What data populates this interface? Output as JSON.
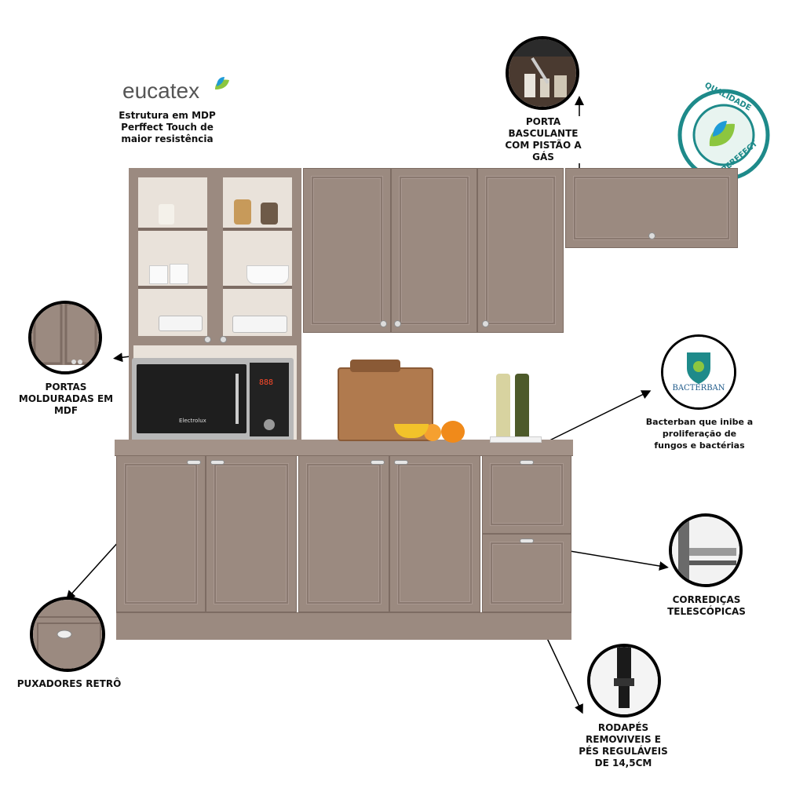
{
  "brand": {
    "logo_text": "eucatex",
    "description_lines": [
      "Estrutura em MDP",
      "Perffect Touch de",
      "maior resistência"
    ]
  },
  "callouts": {
    "porta_basculante": [
      "PORTA",
      "BASCULANTE",
      "COM PISTÃO A",
      "GÁS"
    ],
    "portas_molduradas": [
      "PORTAS",
      "MOLDURADAS EM",
      "MDF"
    ],
    "puxadores": [
      "PUXADORES RETRÔ"
    ],
    "bacterban": [
      "Bacterban que inibe a",
      "proliferação de",
      "fungos e bactérias"
    ],
    "corredicas": [
      "CORREDIÇAS",
      "TELESCÓPICAS"
    ],
    "rodapes": [
      "RODAPÉS",
      "REMOVIVEIS E",
      "PÉS REGULÁVEIS",
      "DE 14,5CM"
    ]
  },
  "seal": {
    "text_top": "QUALIDADE",
    "text_bottom": "MDP PERFFECT"
  },
  "bacterban_logo": "BACTERBAN",
  "microwave": {
    "brand": "Electrolux",
    "display": "888"
  },
  "colors": {
    "cabinet": "#9b8a80",
    "cabinet_dark": "#7d6c63",
    "seal_teal": "#1e8a8a",
    "seal_green": "#8cc63f"
  }
}
